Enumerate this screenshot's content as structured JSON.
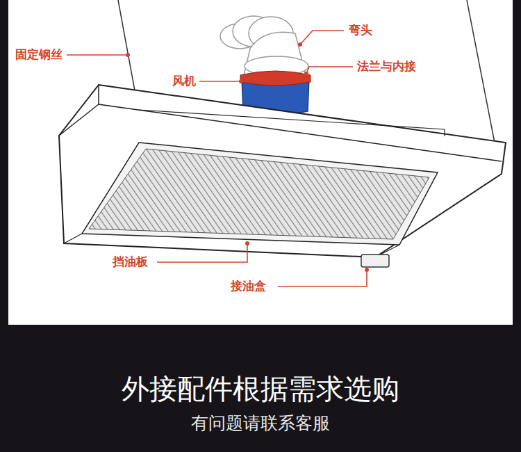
{
  "diagram": {
    "title": "外接配件根据需求选购",
    "caption": "有问题请联系客服",
    "labels": [
      "弯头",
      "固定钢丝",
      "法兰与内接",
      "风机",
      "挡油板",
      "接油盒"
    ]
  }
}
